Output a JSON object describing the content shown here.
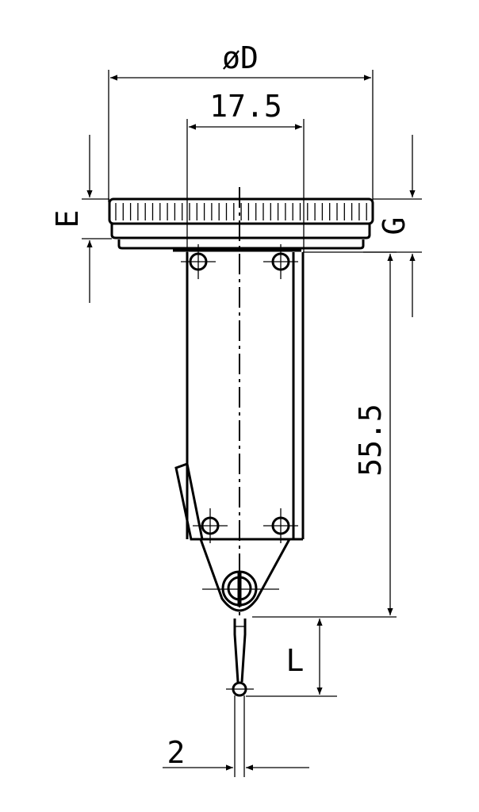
{
  "drawing": {
    "title": "Dial test indicator dimension drawing",
    "dimensions": {
      "dial_diameter": "øD",
      "body_width": "17.5",
      "dial_height_E": "E",
      "dial_height_G": "G",
      "body_length": "55.5",
      "stylus_length": "L",
      "ball_diameter": "2"
    }
  }
}
